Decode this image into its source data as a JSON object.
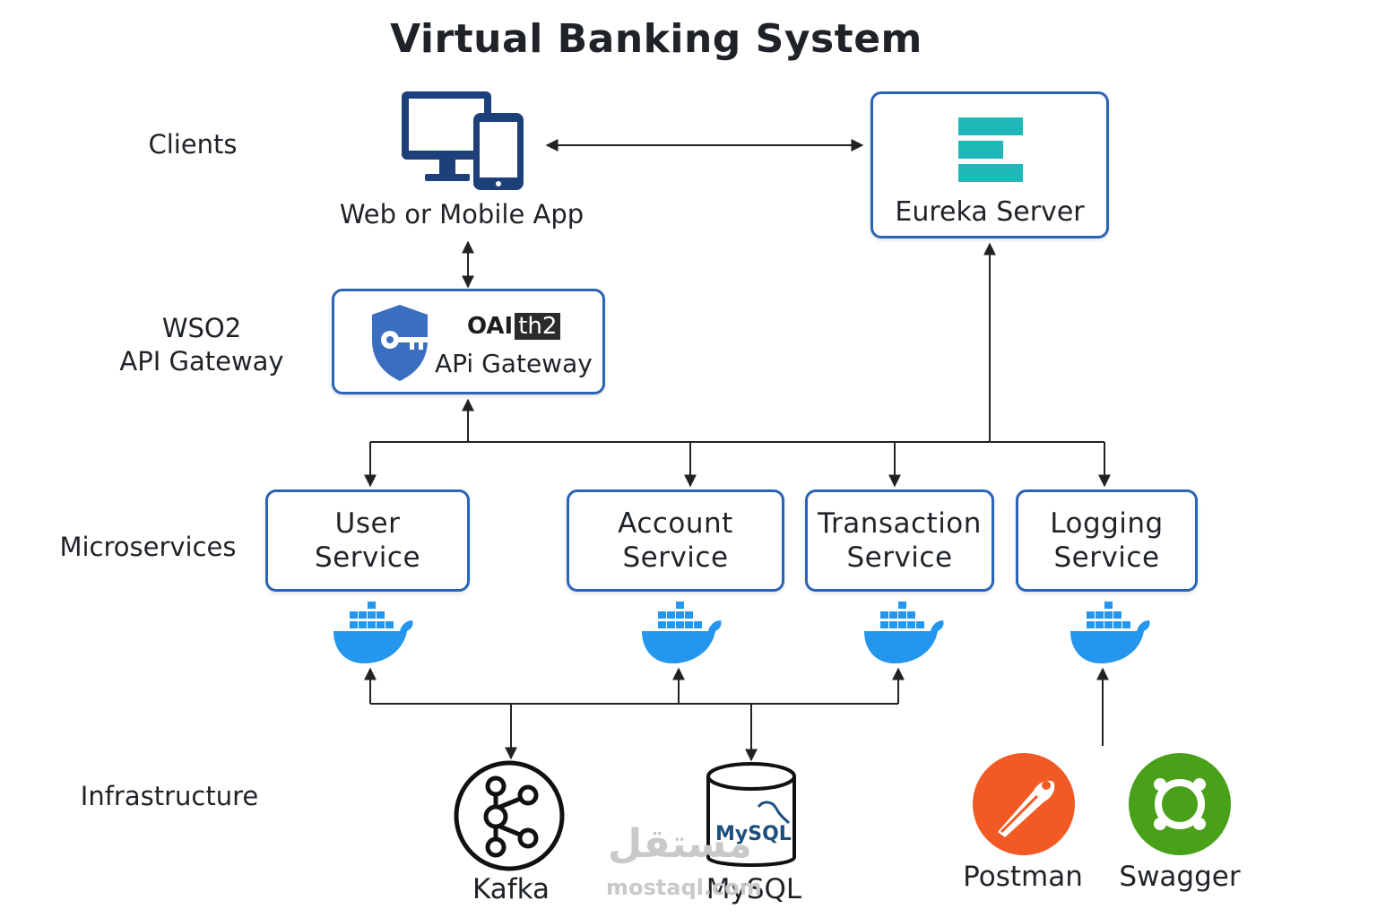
{
  "title": "Virtual Banking System",
  "layers": {
    "clients": "Clients",
    "gateway_line1": "WSO2",
    "gateway_line2": "API Gateway",
    "microservices": "Microservices",
    "infrastructure": "Infrastructure"
  },
  "client": {
    "label": "Web or Mobile App",
    "icon": "devices-icon"
  },
  "eureka": {
    "label": "Eureka Server",
    "icon": "eureka-logo"
  },
  "gateway": {
    "oauth_left": "OAI",
    "oauth_right": "th2",
    "label": "APi Gateway",
    "icon": "shield-key-icon"
  },
  "services": [
    {
      "label": "User\nService"
    },
    {
      "label": "Account\nService"
    },
    {
      "label": "Transaction\nService"
    },
    {
      "label": "Logging\nService"
    }
  ],
  "infra": {
    "kafka": "Kafka",
    "mysql": "MySQL",
    "mysql_logo": "MySQL",
    "postman": "Postman",
    "swagger": "Swagger"
  },
  "watermark": {
    "arabic": "مستقل",
    "latin": "mostaql.com"
  },
  "colors": {
    "box_border": "#2a64b4",
    "docker": "#2496ed",
    "eureka": "#1fb8b8",
    "postman": "#f15a24",
    "swagger": "#49a019",
    "navy": "#1d3f7a"
  }
}
